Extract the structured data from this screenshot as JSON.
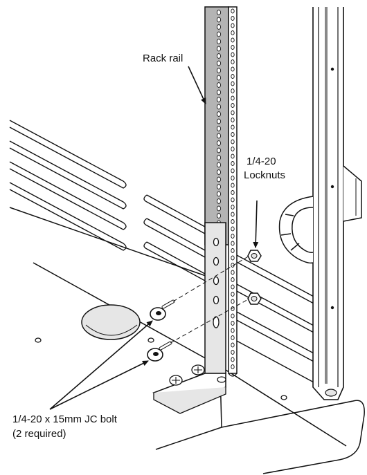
{
  "labels": {
    "rack_rail": "Rack rail",
    "locknuts_line1": "1/4-20",
    "locknuts_line2": "Locknuts",
    "bolt_line1": "1/4-20 x 15mm JC bolt",
    "bolt_line2": "(2 required)"
  },
  "colors": {
    "line": "#111111",
    "rail_fill": "#b4b4b4",
    "light_fill": "#e6e6e6",
    "background": "#ffffff"
  }
}
